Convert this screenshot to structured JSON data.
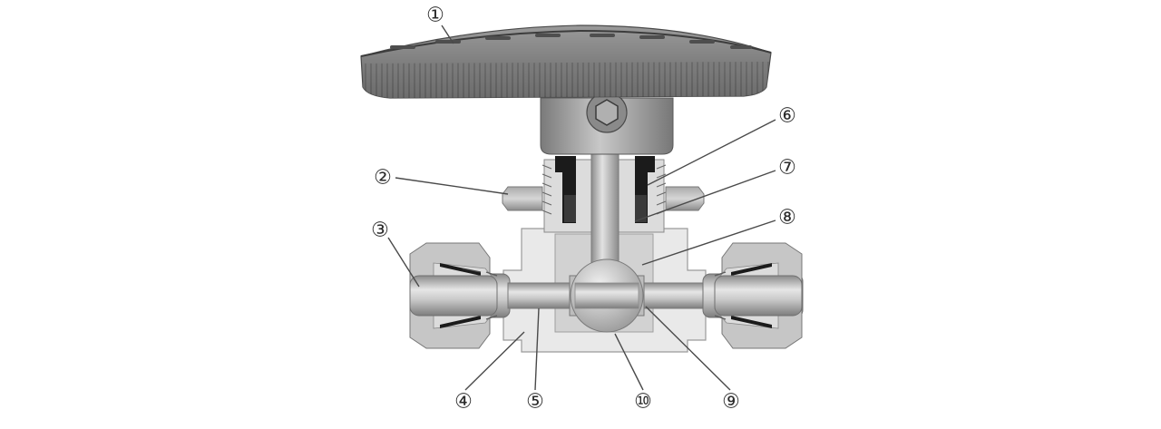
{
  "diagram": {
    "callouts": [
      {
        "id": "1",
        "text": "①"
      },
      {
        "id": "2",
        "text": "②"
      },
      {
        "id": "3",
        "text": "③"
      },
      {
        "id": "4",
        "text": "④"
      },
      {
        "id": "5",
        "text": "⑤"
      },
      {
        "id": "6",
        "text": "⑥"
      },
      {
        "id": "7",
        "text": "⑦"
      },
      {
        "id": "8",
        "text": "⑧"
      },
      {
        "id": "9",
        "text": "⑨"
      },
      {
        "id": "10",
        "text": "⑩"
      }
    ]
  },
  "colors": {
    "handle": "#7b7b7b",
    "handle_dark": "#5a5a5a",
    "body_light": "#e8e8e8",
    "metal": "#b9b9b9",
    "metal_dark": "#8e8e8e",
    "seal_black": "#1a1a1a"
  }
}
